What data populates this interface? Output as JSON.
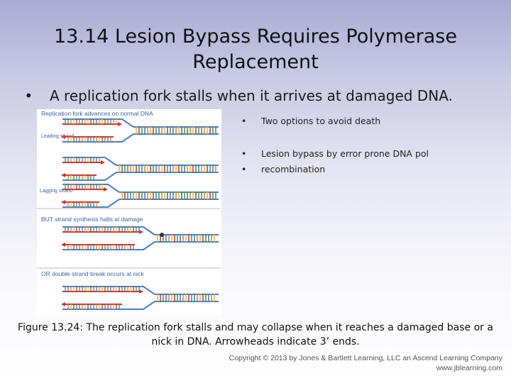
{
  "title": "13.14  Lesion Bypass Requires Polymerase Replacement",
  "main_bullet": "A replication fork stalls when it arrives at damaged DNA.",
  "figure": {
    "panel_labels": [
      "Replication fork advances on normal DNA",
      "BUT strand synthesis halts at damage",
      "OR double strand break occurs at nick"
    ],
    "strand_labels": [
      "Leading strand",
      "Lagging strand"
    ]
  },
  "side_bullets": {
    "first": "Two options to avoid death",
    "options": [
      "Lesion bypass by error prone DNA pol",
      "recombination"
    ]
  },
  "caption": "Figure 13.24: The replication fork stalls and may collapse when it reaches a damaged base or a nick in DNA. Arrowheads indicate 3’ ends.",
  "copyright": {
    "line1": "Copyright © 2013 by Jones & Bartlett Learning, LLC an Ascend Learning Company",
    "line2": "www.jblearning.com"
  },
  "colors": {
    "strand_blue": "#4a7fc1",
    "strand_red": "#d6302a",
    "label_blue": "#3a62a8"
  }
}
